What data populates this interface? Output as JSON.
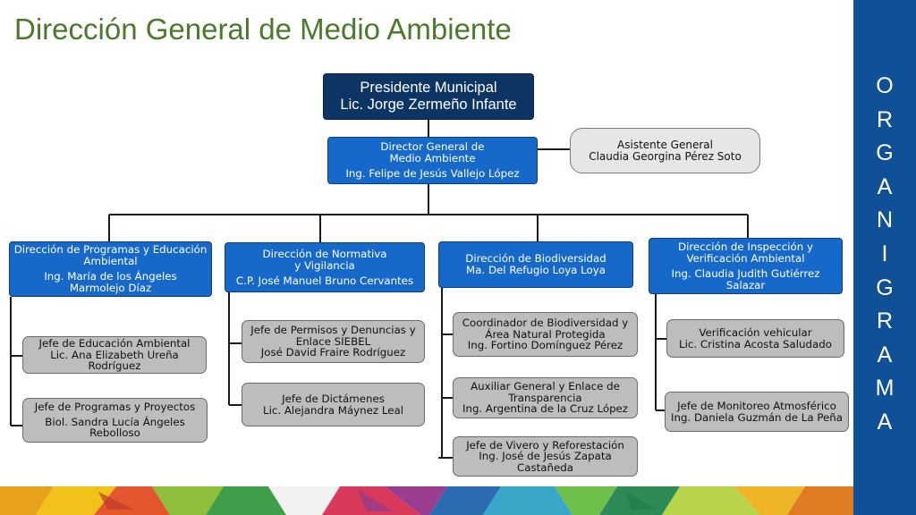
{
  "title": "Dirección General de Medio Ambiente",
  "sidebar": {
    "letters": [
      "O",
      "R",
      "G",
      "A",
      "N",
      "I",
      "G",
      "R",
      "A",
      "M",
      "A"
    ]
  },
  "colors": {
    "title_green": "#4a7a2a",
    "sidebar_blue": "#0f5096",
    "box_blue": "#1769c9",
    "box_dark": "#0d3563",
    "box_gray": "#bdbdbd"
  },
  "org": {
    "president": {
      "title": "Presidente Municipal",
      "name": "Lic. Jorge Zermeño Infante"
    },
    "director": {
      "title_lines": [
        "Director General de",
        "Medio Ambiente"
      ],
      "name": "Ing. Felipe de Jesús Vallejo López"
    },
    "assistant": {
      "lines": [
        "Asistente General",
        "Claudia Georgina Pérez Soto"
      ]
    },
    "dept1": {
      "title_lines": [
        "Dirección de Programas y Educación",
        "Ambiental"
      ],
      "name_lines": [
        "Ing. María de los Ángeles",
        "Marmolejo Díaz"
      ],
      "subs": [
        {
          "lines": [
            "Jefe de Educación Ambiental",
            "Lic. Ana Elizabeth Ureña",
            "Rodríguez"
          ]
        },
        {
          "lines": [
            "Jefe de Programas y Proyectos",
            "Biol. Sandra Lucía Ángeles",
            "Rebolloso"
          ]
        }
      ]
    },
    "dept2": {
      "title_lines": [
        "Dirección de Normativa",
        "y Vigilancia"
      ],
      "name_lines": [
        "C.P. José Manuel Bruno Cervantes"
      ],
      "subs": [
        {
          "lines": [
            "Jefe de Permisos y Denuncias y",
            "Enlace SIEBEL",
            "José David Fraire Rodríguez"
          ]
        },
        {
          "lines": [
            "Jefe de Dictámenes",
            "Lic. Alejandra Máynez Leal"
          ]
        }
      ]
    },
    "dept3": {
      "title_lines": [
        "Dirección de Biodiversidad",
        "Ma. Del Refugio Loya Loya"
      ],
      "subs": [
        {
          "lines": [
            "Coordinador de Biodiversidad y",
            "Área Natural Protegida",
            "Ing. Fortino Domínguez Pérez"
          ]
        },
        {
          "lines": [
            "Auxiliar General y Enlace de",
            "Transparencia",
            "Ing. Argentina de la Cruz López"
          ]
        },
        {
          "lines": [
            "Jefe de Vivero y Reforestación",
            "Ing. José de Jesús Zapata",
            "Castañeda"
          ]
        }
      ]
    },
    "dept4": {
      "title_lines": [
        "Dirección de Inspección y",
        "Verificación Ambiental"
      ],
      "name_lines": [
        "Ing. Claudia Judith Gutiérrez",
        "Salazar"
      ],
      "subs": [
        {
          "lines": [
            "Verificación vehicular",
            "Lic. Cristina Acosta Saludado"
          ]
        },
        {
          "lines": [
            "Jefe de Monitoreo Atmosférico",
            "Ing. Daniela Guzmán de La Peña"
          ]
        }
      ]
    }
  }
}
